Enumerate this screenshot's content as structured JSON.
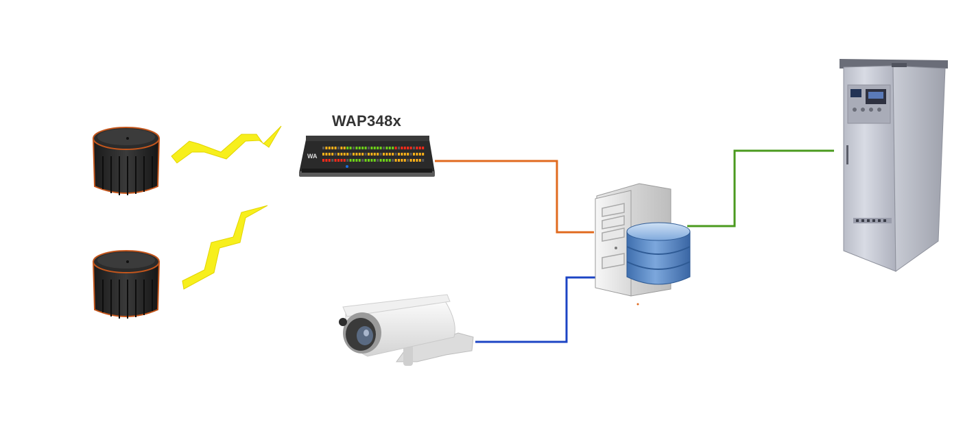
{
  "access_point": {
    "label": "WAP348x",
    "icon": "wireless-access-point-icon",
    "led_colors": [
      "#ff2b1a",
      "#ffb21a",
      "#6fd21a"
    ]
  },
  "sensors": [
    {
      "icon": "sensor-puck-icon"
    },
    {
      "icon": "sensor-puck-icon"
    }
  ],
  "wireless_links": [
    {
      "icon": "lightning-bolt-icon",
      "color": "#f7ef1c"
    },
    {
      "icon": "lightning-bolt-icon",
      "color": "#f7ef1c"
    }
  ],
  "camera": {
    "icon": "cctv-camera-icon"
  },
  "server": {
    "icon": "server-database-icon",
    "db_color": "#5a8cc8"
  },
  "cabinet": {
    "icon": "control-cabinet-icon"
  },
  "connections": [
    {
      "name": "ap-to-server",
      "color": "#e06a1e"
    },
    {
      "name": "camera-to-server",
      "color": "#1c44c4"
    },
    {
      "name": "server-to-cabinet",
      "color": "#4a9a1e"
    }
  ]
}
